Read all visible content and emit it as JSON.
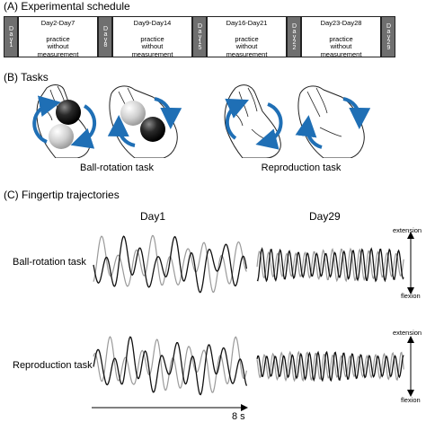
{
  "sections": {
    "a": "(A) Experimental schedule",
    "b": "(B) Tasks",
    "c": "(C) Fingertip trajectories"
  },
  "schedule": [
    {
      "kind": "day",
      "label": "Day1"
    },
    {
      "kind": "practice",
      "title": "Day2-Day7",
      "text": [
        "practice",
        "without",
        "measurement"
      ]
    },
    {
      "kind": "day",
      "label": "Day8"
    },
    {
      "kind": "practice",
      "title": "Day9-Day14",
      "text": [
        "practice",
        "without",
        "measurement"
      ]
    },
    {
      "kind": "day",
      "label": "Day15"
    },
    {
      "kind": "practice",
      "title": "Day16-Day21",
      "text": [
        "practice",
        "without",
        "measurement"
      ]
    },
    {
      "kind": "day",
      "label": "Day22"
    },
    {
      "kind": "practice",
      "title": "Day23-Day28",
      "text": [
        "practice",
        "without",
        "measurement"
      ]
    },
    {
      "kind": "day",
      "label": "Day29"
    }
  ],
  "tasks": {
    "ball": "Ball-rotation task",
    "repro": "Reproduction task"
  },
  "trajectories": {
    "day1": "Day1",
    "day29": "Day29",
    "row1": "Ball-rotation task",
    "row2": "Reproduction task",
    "extension": "extension",
    "flexion": "flexion",
    "time": "8 s"
  },
  "colors": {
    "day_cell": "#6f6f6f",
    "arrow_blue": "#1f6fb5",
    "trace_dark": "#111111",
    "trace_gray": "#9a9a9a"
  }
}
